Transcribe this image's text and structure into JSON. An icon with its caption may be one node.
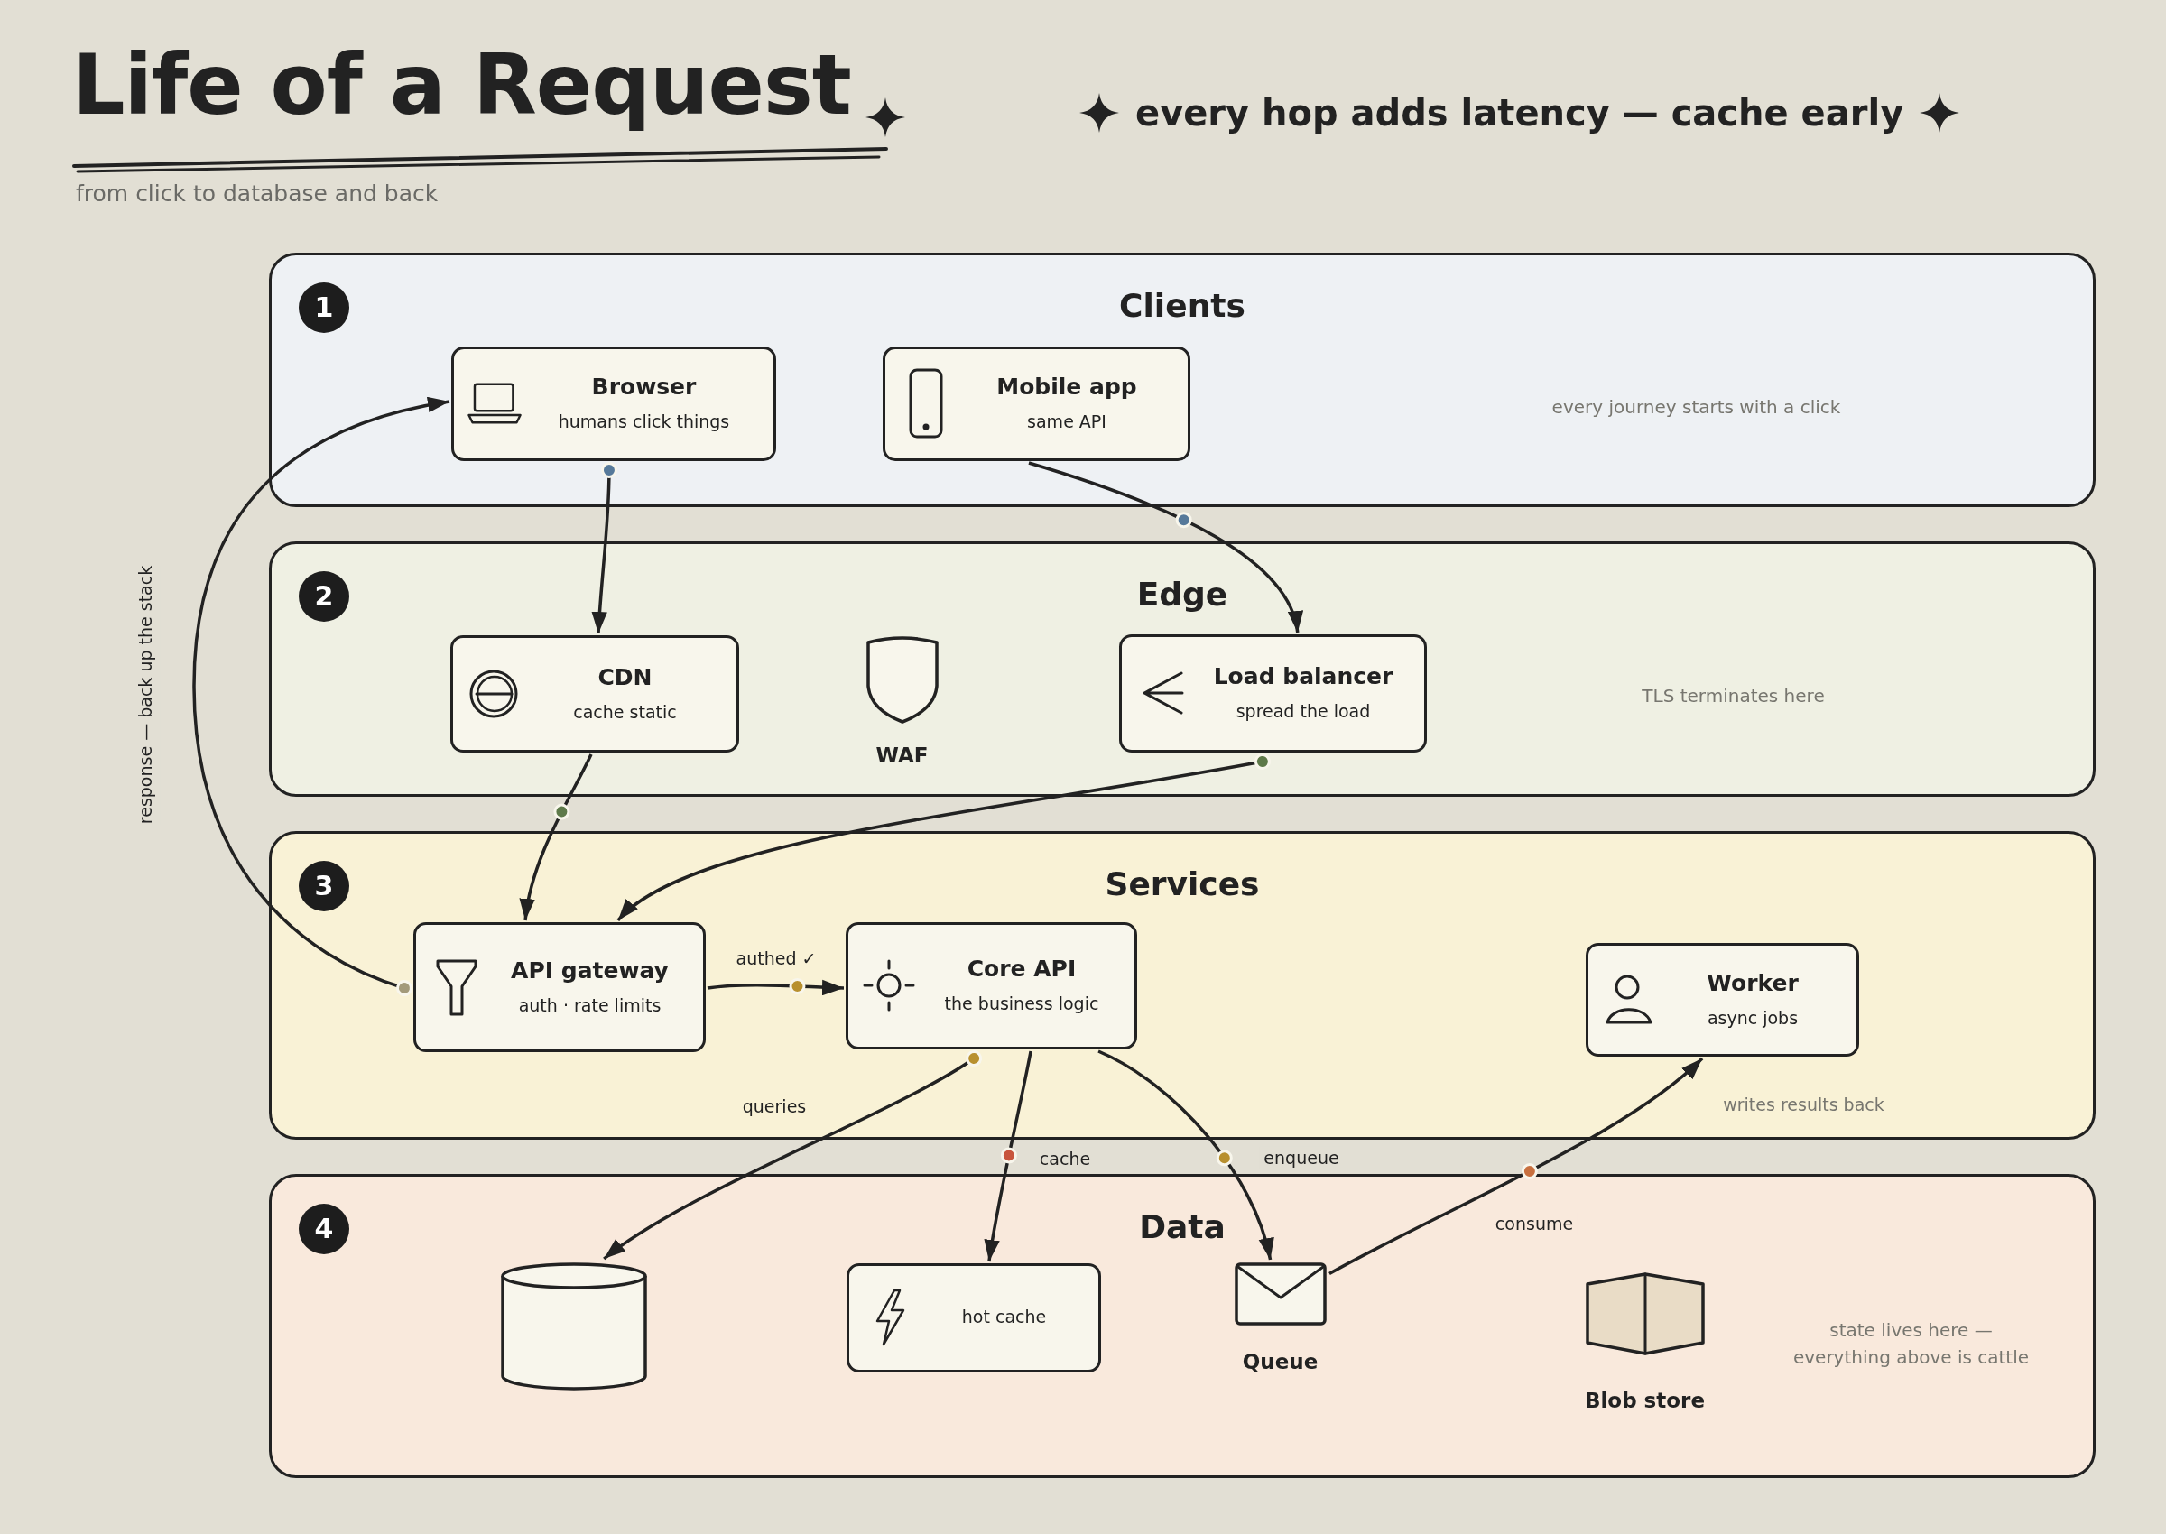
{
  "diagram": {
    "title": "Life of a Request",
    "nodes": [
      {
        "text": [
          "1",
          "Clients",
          "every journey starts with a click"
        ]
      },
      {
        "text": [
          "Browser",
          "humans click things"
        ],
        "in": 0
      },
      {
        "text": [
          "Mobile app",
          "same API"
        ],
        "in": 0
      },
      {
        "text": [
          "2",
          "Edge",
          "TLS terminates here"
        ]
      },
      {
        "text": [
          "CDN",
          "cache static"
        ],
        "in": 3
      },
      {
        "text": [
          "WAF"
        ],
        "in": 3
      },
      {
        "text": [
          "Load balancer",
          "spread the load"
        ],
        "in": 3
      },
      {
        "text": [
          "3",
          "Services"
        ]
      },
      {
        "text": [
          "API gateway",
          "auth · rate limits"
        ],
        "in": 7
      },
      {
        "text": [
          "Core API",
          "the business logic"
        ],
        "in": 7
      },
      {
        "text": [
          "Worker",
          "async jobs"
        ],
        "in": 7,
        "beside": [
          "writes results back"
        ]
      },
      {
        "text": [
          "4",
          "Data",
          "state lives here — everything above is cattle"
        ]
      },
      {
        "text": [],
        "shape": "cylinder",
        "in": 11
      },
      {
        "text": [
          "hot cache"
        ],
        "in": 11
      },
      {
        "text": [
          "Queue"
        ],
        "in": 11
      },
      {
        "text": [
          "Blob store"
        ],
        "in": 11
      }
    ],
    "edges": [
      {
        "from": 1,
        "to": 4,
        "arrow": "to"
      },
      {
        "from": 2,
        "to": 6,
        "arrow": "to"
      },
      {
        "from": 4,
        "to": 8,
        "arrow": "to"
      },
      {
        "from": 6,
        "to": 8,
        "arrow": "to"
      },
      {
        "from": 8,
        "to": 9,
        "arrow": "to",
        "label": "authed ✓"
      },
      {
        "from": 8,
        "to": 1,
        "arrow": "to",
        "label": "response — back up the stack"
      },
      {
        "from": 9,
        "to": 12,
        "arrow": "to",
        "label": "queries"
      },
      {
        "from": 9,
        "to": 13,
        "arrow": "to",
        "label": "cache"
      },
      {
        "from": 9,
        "to": 14,
        "arrow": "to",
        "label": "enqueue"
      },
      {
        "from": 14,
        "to": 10,
        "arrow": "to",
        "label": "consume"
      }
    ],
    "labels": [
      "every hop adds latency — cache early",
      "from click to database and back"
    ]
  }
}
